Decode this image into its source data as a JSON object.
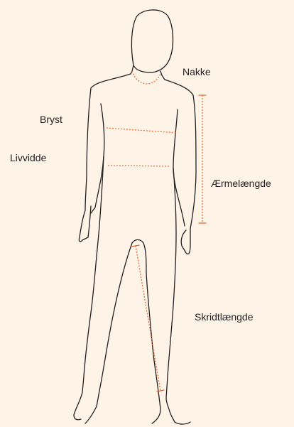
{
  "labels": {
    "neck": "Nakke",
    "chest": "Bryst",
    "waist": "Livvidde",
    "sleeve_length": "Ærmelængde",
    "inseam": "Skridtlængde"
  },
  "colors": {
    "background": "#fdf3e7",
    "outline": "#231f20",
    "measure": "#e8632b"
  }
}
